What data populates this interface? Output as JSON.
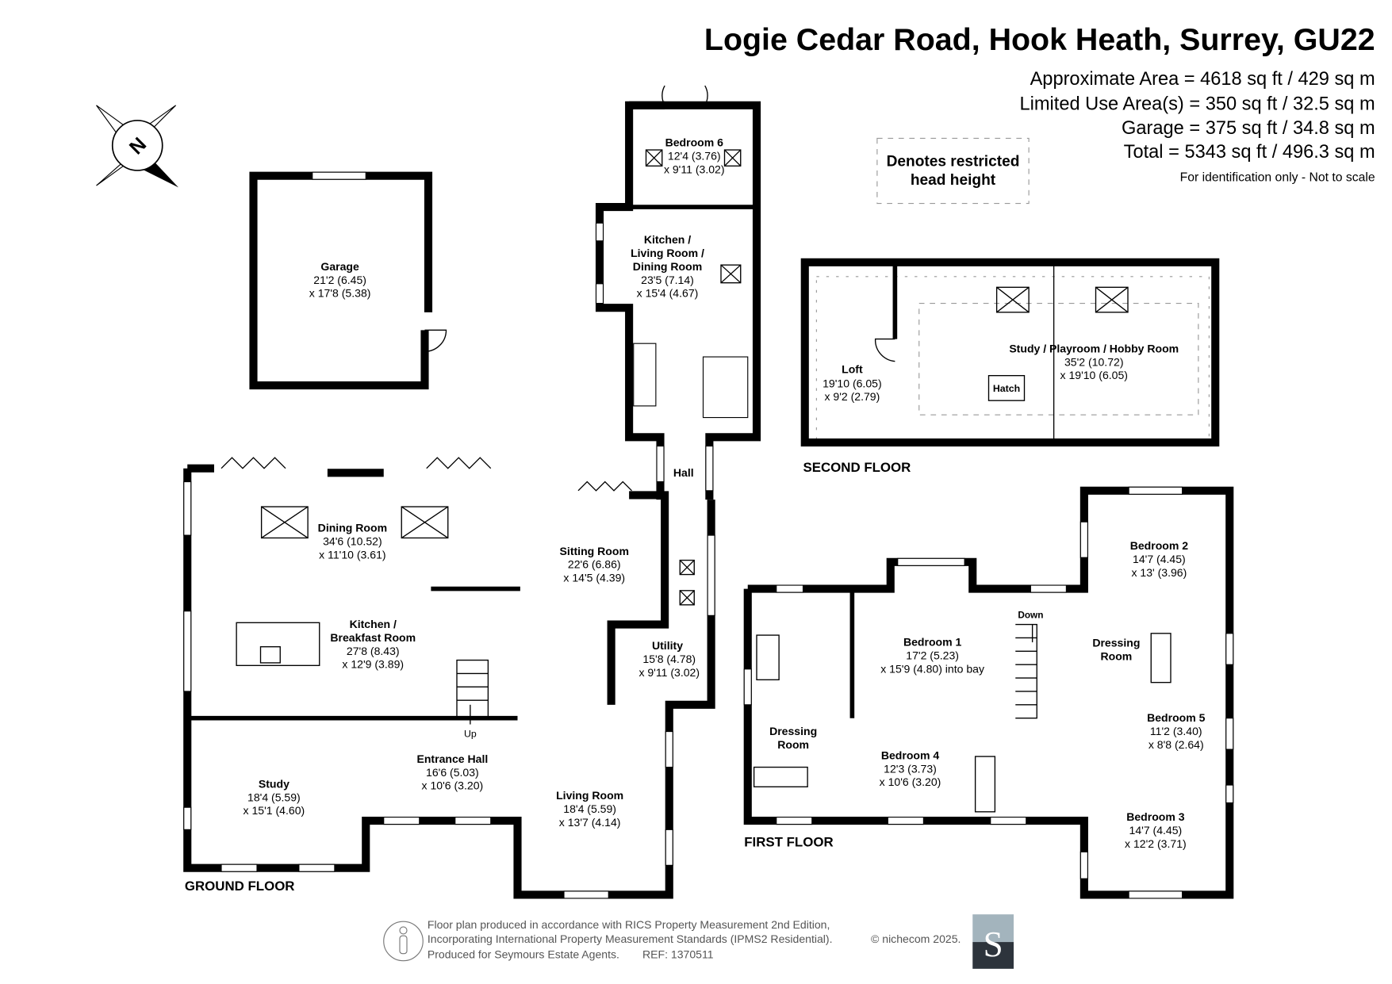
{
  "header": {
    "title": "Logie Cedar Road, Hook Heath, Surrey, GU22",
    "areas": [
      "Approximate Area = 4618 sq ft / 429 sq m",
      "Limited Use Area(s) = 350 sq ft / 32.5 sq m",
      "Garage = 375 sq ft / 34.8 sq m",
      "Total = 5343 sq ft / 496.3 sq m"
    ],
    "note": "For identification only - Not to scale"
  },
  "legend": {
    "line1": "Denotes restricted",
    "line2": "head height"
  },
  "compass": {
    "label": "N"
  },
  "floors": {
    "ground": {
      "label": "GROUND FLOOR",
      "rooms": [
        {
          "name": "Garage",
          "d1": "21'2 (6.45)",
          "d2": "x 17'8 (5.38)"
        },
        {
          "name": "Bedroom 6",
          "d1": "12'4 (3.76)",
          "d2": "x 9'11 (3.02)"
        },
        {
          "name": "Kitchen /",
          "name2": "Living Room /",
          "name3": "Dining Room",
          "d1": "23'5 (7.14)",
          "d2": "x 15'4 (4.67)"
        },
        {
          "name": "Hall"
        },
        {
          "name": "Dining Room",
          "d1": "34'6 (10.52)",
          "d2": "x 11'10 (3.61)"
        },
        {
          "name": "Kitchen /",
          "name2": "Breakfast Room",
          "d1": "27'8 (8.43)",
          "d2": "x 12'9 (3.89)"
        },
        {
          "name": "Sitting Room",
          "d1": "22'6 (6.86)",
          "d2": "x 14'5 (4.39)"
        },
        {
          "name": "Utility",
          "d1": "15'8 (4.78)",
          "d2": "x 9'11 (3.02)"
        },
        {
          "name": "Study",
          "d1": "18'4 (5.59)",
          "d2": "x 15'1 (4.60)"
        },
        {
          "name": "Entrance Hall",
          "d1": "16'6 (5.03)",
          "d2": "x 10'6 (3.20)"
        },
        {
          "name": "Living Room",
          "d1": "18'4 (5.59)",
          "d2": "x 13'7 (4.14)"
        }
      ],
      "stairs": "Up"
    },
    "first": {
      "label": "FIRST FLOOR",
      "rooms": [
        {
          "name": "Bedroom 1",
          "d1": "17'2 (5.23)",
          "d2": "x 15'9 (4.80) into bay"
        },
        {
          "name": "Bedroom 2",
          "d1": "14'7 (4.45)",
          "d2": "x 13' (3.96)"
        },
        {
          "name": "Dressing",
          "name2": "Room"
        },
        {
          "name": "Bedroom 5",
          "d1": "11'2 (3.40)",
          "d2": "x 8'8 (2.64)"
        },
        {
          "name": "Bedroom 3",
          "d1": "14'7 (4.45)",
          "d2": "x 12'2 (3.71)"
        },
        {
          "name": "Bedroom 4",
          "d1": "12'3 (3.73)",
          "d2": "x 10'6 (3.20)"
        },
        {
          "name": "Dressing",
          "name2": "Room"
        }
      ],
      "stairs": "Down"
    },
    "second": {
      "label": "SECOND FLOOR",
      "rooms": [
        {
          "name": "Loft",
          "d1": "19'10 (6.05)",
          "d2": "x 9'2 (2.79)"
        },
        {
          "name": "Study / Playroom / Hobby Room",
          "d1": "35'2 (10.72)",
          "d2": "x 19'10 (6.05)"
        }
      ],
      "hatch": "Hatch"
    }
  },
  "footer": {
    "line1": "Floor plan produced in accordance with RICS Property Measurement 2nd Edition,",
    "line2": "Incorporating International Property Measurement Standards (IPMS2 Residential).",
    "copyright": "© nichecom 2025.",
    "line3": "Produced for Seymours Estate Agents.",
    "ref": "REF: 1370511",
    "agent_logo_letter": "S"
  },
  "colors": {
    "logo_top": "#a3b4bd",
    "logo_bottom": "#2d343c"
  }
}
